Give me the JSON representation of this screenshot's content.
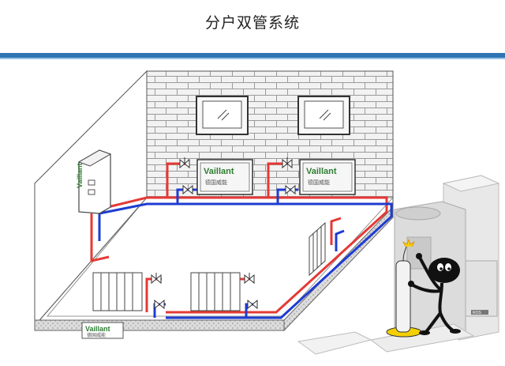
{
  "title": "分户双管系统",
  "brand": {
    "name": "Vaillant",
    "subtitle": "德国威能",
    "color": "#2e7d32"
  },
  "colors": {
    "header_bar": "#2f75b5",
    "supply_pipe": "#e53935",
    "return_pipe": "#1e3cd2",
    "brick": "#f0f0f0",
    "floor": "#d9d9d9"
  },
  "badge": "ROS"
}
